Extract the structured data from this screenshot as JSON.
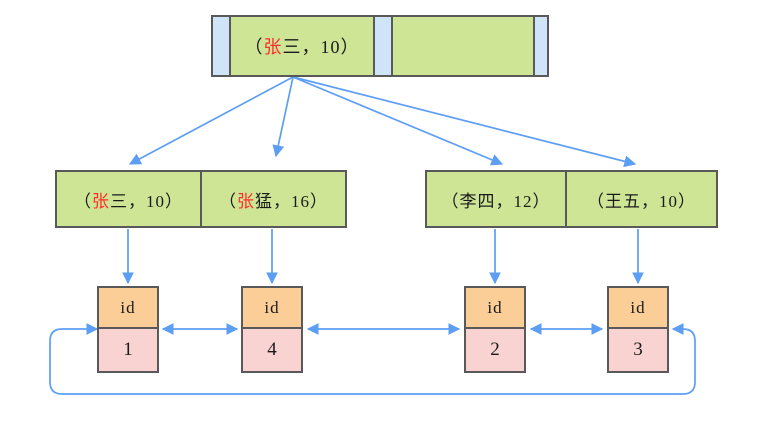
{
  "root": {
    "key1": {
      "pre": "（",
      "red": "张",
      "rest": "三，10）"
    },
    "key2": {
      "pre": "",
      "red": "",
      "rest": ""
    }
  },
  "leaf_left": {
    "key1": {
      "pre": "（",
      "red": "张",
      "rest": "三，10）"
    },
    "key2": {
      "pre": "（",
      "red": "张",
      "rest": "猛，16）"
    }
  },
  "leaf_right": {
    "key1": {
      "pre": "（",
      "red": "",
      "rest": "李四，12）"
    },
    "key2": {
      "pre": "（",
      "red": "",
      "rest": "王五，10）"
    }
  },
  "records": [
    {
      "header": "id",
      "value": "1"
    },
    {
      "header": "id",
      "value": "4"
    },
    {
      "header": "id",
      "value": "2"
    },
    {
      "header": "id",
      "value": "3"
    }
  ],
  "colors": {
    "key_cell_fill": "#cde595",
    "pointer_cell_fill": "#cfe4f9",
    "record_header_fill": "#fbce97",
    "record_value_fill": "#f9d3d2",
    "arrow_blue": "#5d9ef5",
    "highlight_red": "#ff2d2d",
    "box_border": "#595959"
  }
}
